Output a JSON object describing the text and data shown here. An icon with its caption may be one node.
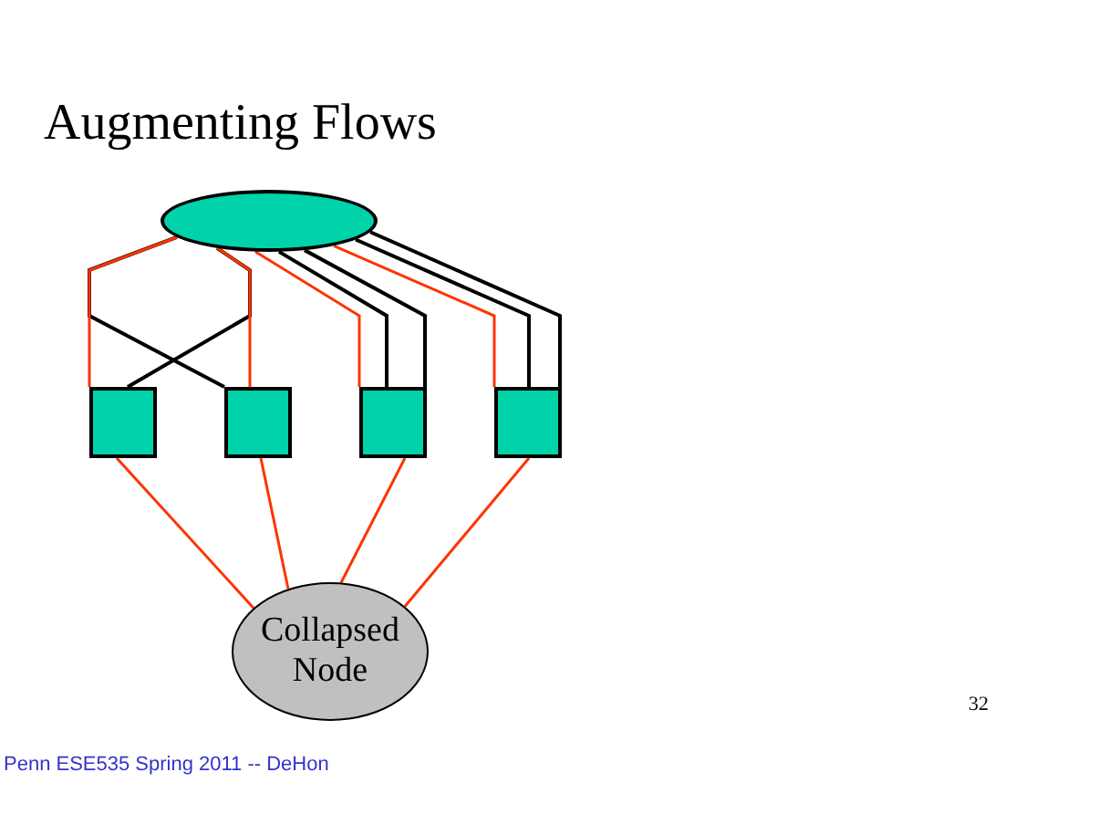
{
  "diagram": {
    "title": "Augmenting Flows",
    "nodes": [
      {
        "text": [],
        "shape": "circle"
      },
      {
        "text": [],
        "shape": "box"
      },
      {
        "text": [],
        "shape": "box"
      },
      {
        "text": [],
        "shape": "box"
      },
      {
        "text": [],
        "shape": "box"
      },
      {
        "text": [
          "Collapsed Node"
        ]
      }
    ],
    "edges": [
      {
        "from": 0,
        "to": 1,
        "arrow": "none"
      },
      {
        "from": 0,
        "to": 2,
        "arrow": "none"
      },
      {
        "from": 0,
        "to": 2,
        "arrow": "none",
        "color": "#000000"
      },
      {
        "from": 0,
        "to": 1,
        "arrow": "none",
        "color": "#000000"
      },
      {
        "from": 0,
        "to": 3,
        "arrow": "none"
      },
      {
        "from": 0,
        "to": 3,
        "arrow": "none",
        "color": "#000000"
      },
      {
        "from": 0,
        "to": 3,
        "arrow": "none",
        "color": "#000000"
      },
      {
        "from": 0,
        "to": 4,
        "arrow": "none"
      },
      {
        "from": 0,
        "to": 4,
        "arrow": "none",
        "color": "#000000"
      },
      {
        "from": 0,
        "to": 4,
        "arrow": "none",
        "color": "#000000"
      },
      {
        "from": 1,
        "to": 5,
        "arrow": "none"
      },
      {
        "from": 2,
        "to": 5,
        "arrow": "none"
      },
      {
        "from": 3,
        "to": 5,
        "arrow": "none"
      },
      {
        "from": 4,
        "to": 5,
        "arrow": "none"
      }
    ],
    "labels": [
      "32",
      "Penn ESE535 Spring 2011 -- DeHon"
    ]
  }
}
